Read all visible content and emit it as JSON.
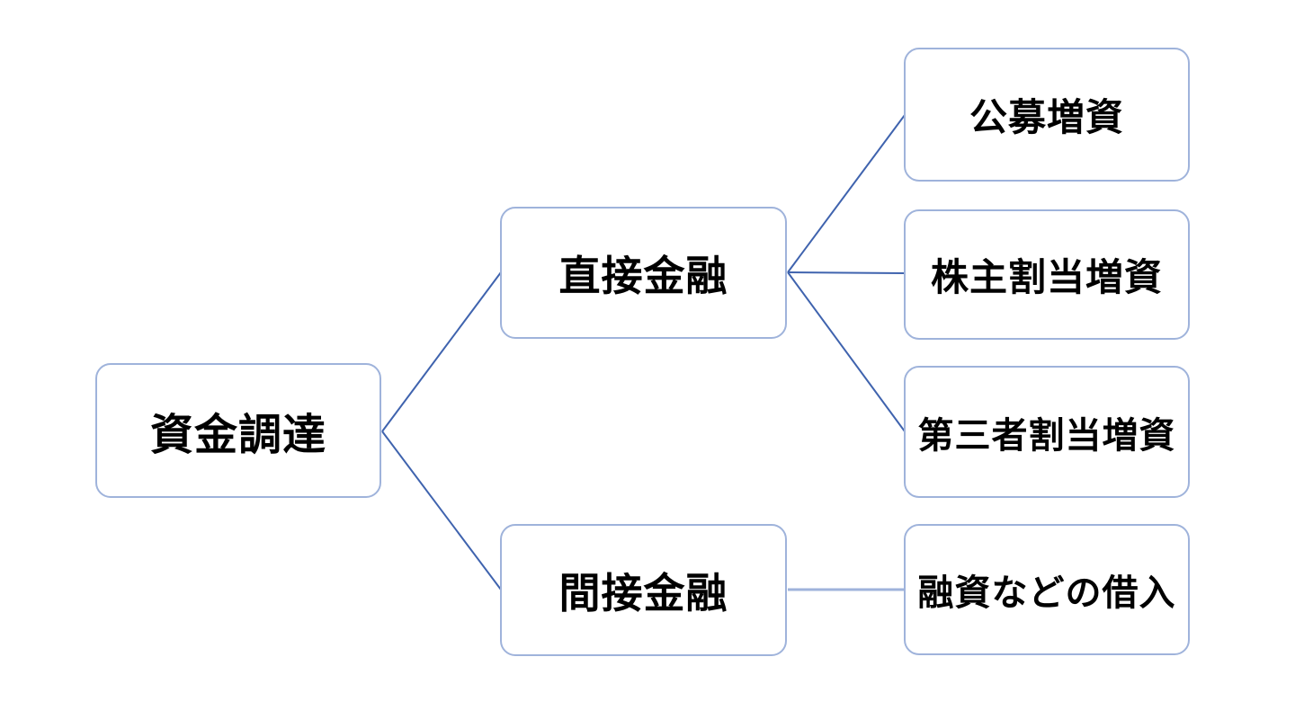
{
  "diagram": {
    "type": "hierarchy-tree",
    "orientation": "left-to-right",
    "nodes": {
      "root": {
        "label": "資金調達"
      },
      "direct": {
        "label": "直接金融"
      },
      "indirect": {
        "label": "間接金融"
      },
      "public_offering": {
        "label": "公募増資"
      },
      "shareholder_allotment": {
        "label": "株主割当増資"
      },
      "third_party_allotment": {
        "label": "第三者割当増資"
      },
      "loan_borrowing": {
        "label": "融資などの借入"
      }
    },
    "edges": [
      {
        "from": "root",
        "to": "direct"
      },
      {
        "from": "root",
        "to": "indirect"
      },
      {
        "from": "direct",
        "to": "public_offering"
      },
      {
        "from": "direct",
        "to": "shareholder_allotment"
      },
      {
        "from": "direct",
        "to": "third_party_allotment"
      },
      {
        "from": "indirect",
        "to": "loan_borrowing"
      }
    ],
    "colors": {
      "background": "#ffffff",
      "box_fill": "#ffffff",
      "box_border": "#9fb3db",
      "connector_dark": "#3f63ae",
      "connector_light": "#9fb3db",
      "text": "#000000"
    }
  }
}
